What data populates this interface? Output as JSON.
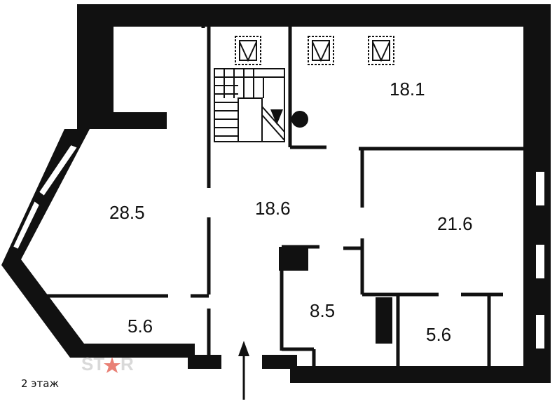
{
  "rooms": {
    "r1": "18.1",
    "r2": "28.5",
    "r3": "18.6",
    "r4": "21.6",
    "r5": "5.6",
    "r6": "8.5",
    "r7": "5.6"
  },
  "floor_label": "2 этаж",
  "logo": {
    "text_left": "ST",
    "text_right": "R",
    "star_color": "#e04a3a"
  },
  "colors": {
    "wall": "#111111",
    "background": "#ffffff"
  }
}
